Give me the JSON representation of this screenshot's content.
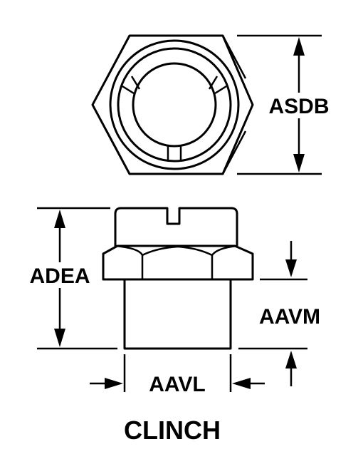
{
  "labels": {
    "top_height": "ASDB",
    "overall_height": "ADEA",
    "shank_height": "AAVM",
    "shank_width": "AAVL"
  },
  "caption": "CLINCH",
  "colors": {
    "line": "#000000",
    "background": "#ffffff"
  }
}
